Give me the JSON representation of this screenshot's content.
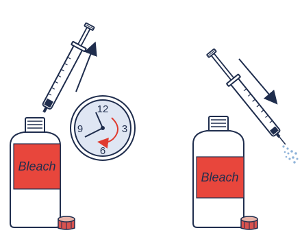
{
  "left_panel": {
    "bottle_label": "Bleach",
    "clock_numbers": {
      "top": "12",
      "right": "3",
      "bottom": "6",
      "left": "9"
    },
    "motion": "syringe drawn upward (arrow up)",
    "icons": [
      "bleach-bottle-icon",
      "syringe-icon",
      "clock-icon",
      "arrow-up-icon",
      "bottle-cap-icon"
    ]
  },
  "right_panel": {
    "bottle_label": "Bleach",
    "motion": "syringe pushed downward expelling liquid (arrow down)",
    "icons": [
      "bleach-bottle-icon",
      "syringe-icon",
      "arrow-down-icon",
      "spray-droplets-icon",
      "bottle-cap-icon"
    ]
  },
  "colors": {
    "outline": "#1f2d4d",
    "label_red": "#e8463c",
    "bottle_fill": "#ffffff",
    "clock_face": "#dfe6f3",
    "clock_arrow": "#e03a2f",
    "cap_fill": "#d9534f",
    "spray": "#8fb3d9"
  }
}
